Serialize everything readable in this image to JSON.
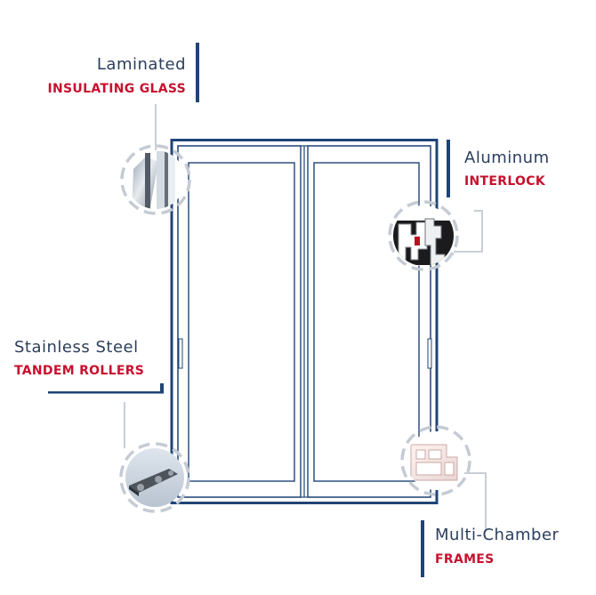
{
  "colors": {
    "navy": "#1f4476",
    "label_dark": "#2b3e5c",
    "label_red": "#c8102e",
    "leader_gray": "#c9ced6",
    "circle_dash": "#c5cbd4"
  },
  "callouts": {
    "glass": {
      "line1": "Laminated",
      "line2": "INSULATING GLASS",
      "icon": "glass-cross-section-icon"
    },
    "interlock": {
      "line1": "Aluminum",
      "line2": "INTERLOCK",
      "icon": "interlock-profile-icon"
    },
    "rollers": {
      "line1": "Stainless Steel",
      "line2": "TANDEM ROLLERS",
      "icon": "tandem-roller-icon"
    },
    "frames": {
      "line1": "Multi-Chamber",
      "line2": "FRAMES",
      "icon": "frame-profile-icon"
    }
  }
}
